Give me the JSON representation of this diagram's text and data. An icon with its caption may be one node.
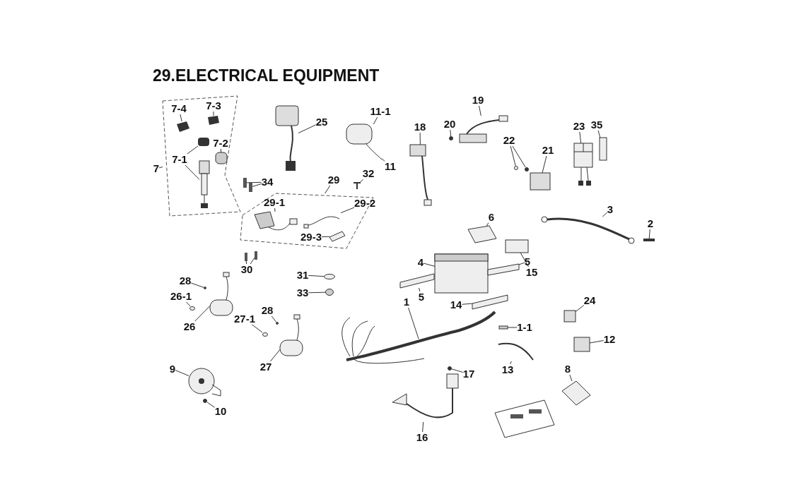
{
  "diagram": {
    "title": "29.ELECTRICAL EQUIPMENT",
    "nodes": [
      {
        "text": [],
        "shape": "box"
      },
      {
        "text": [
          "7-4"
        ],
        "in": 0
      },
      {
        "text": [
          "7-3"
        ],
        "in": 0
      },
      {
        "text": [
          "7-2"
        ],
        "in": 0
      },
      {
        "text": [
          "7-1"
        ],
        "in": 0
      },
      {
        "text": [],
        "shape": "box",
        "in": 0
      },
      {
        "text": [],
        "shape": "box",
        "in": 0
      },
      {
        "text": [],
        "shape": "box",
        "in": 0
      },
      {
        "text": [],
        "shape": "box",
        "in": 0
      },
      {
        "text": [],
        "shape": "picture",
        "in": 0
      },
      {
        "text": [
          "7"
        ]
      },
      {
        "text": [
          "25"
        ]
      },
      {
        "text": [],
        "shape": "picture"
      },
      {
        "text": [
          "11-1"
        ]
      },
      {
        "text": [],
        "shape": "picture"
      },
      {
        "text": [
          "11"
        ]
      },
      {
        "text": [
          "34"
        ]
      },
      {
        "text": [],
        "shape": "box"
      },
      {
        "text": [],
        "shape": "box"
      },
      {
        "text": [],
        "shape": "box"
      },
      {
        "text": [
          "29-1"
        ],
        "in": 19
      },
      {
        "text": [
          "29-2"
        ],
        "in": 19
      },
      {
        "text": [
          "29-3"
        ],
        "in": 19
      },
      {
        "text": [],
        "shape": "picture",
        "in": 19
      },
      {
        "text": [],
        "shape": "picture",
        "in": 19
      },
      {
        "text": [],
        "shape": "box",
        "in": 19
      },
      {
        "text": [
          "29"
        ]
      },
      {
        "text": [
          "32"
        ]
      },
      {
        "text": [],
        "shape": "picture"
      },
      {
        "text": [
          "30"
        ]
      },
      {
        "text": [],
        "shape": "box"
      },
      {
        "text": [],
        "shape": "box"
      },
      {
        "text": [
          "31"
        ]
      },
      {
        "text": [],
        "shape": "circle"
      },
      {
        "text": [
          "33"
        ]
      },
      {
        "text": [],
        "shape": "circle"
      },
      {
        "text": [
          "18"
        ]
      },
      {
        "text": [],
        "shape": "picture"
      },
      {
        "text": [
          "19"
        ]
      },
      {
        "text": [],
        "shape": "picture"
      },
      {
        "text": [
          "20"
        ]
      },
      {
        "text": [],
        "shape": "circle"
      },
      {
        "text": [
          "22"
        ]
      },
      {
        "text": [],
        "shape": "circle"
      },
      {
        "text": [],
        "shape": "circle"
      },
      {
        "text": [
          "21"
        ]
      },
      {
        "text": [],
        "shape": "box"
      },
      {
        "text": [
          "23"
        ]
      },
      {
        "text": [],
        "shape": "picture"
      },
      {
        "text": [
          "35"
        ]
      },
      {
        "text": [],
        "shape": "box"
      },
      {
        "text": [
          "6"
        ]
      },
      {
        "text": [],
        "shape": "box"
      },
      {
        "text": [
          "3"
        ]
      },
      {
        "text": [],
        "shape": "picture"
      },
      {
        "text": [
          "2"
        ]
      },
      {
        "text": [],
        "shape": "box"
      },
      {
        "text": [
          "4"
        ]
      },
      {
        "text": [],
        "shape": "picture"
      },
      {
        "text": [
          "5"
        ]
      },
      {
        "text": [],
        "shape": "box"
      },
      {
        "text": [
          "5"
        ]
      },
      {
        "text": [],
        "shape": "box"
      },
      {
        "text": [
          "15"
        ]
      },
      {
        "text": [],
        "shape": "box"
      },
      {
        "text": [
          "14"
        ]
      },
      {
        "text": [],
        "shape": "box"
      },
      {
        "text": [
          "1"
        ]
      },
      {
        "text": [],
        "shape": "picture"
      },
      {
        "text": [
          "1-1"
        ]
      },
      {
        "text": [],
        "shape": "box"
      },
      {
        "text": [
          "13"
        ]
      },
      {
        "text": [],
        "shape": "picture"
      },
      {
        "text": [
          "24"
        ]
      },
      {
        "text": [],
        "shape": "box"
      },
      {
        "text": [
          "12"
        ]
      },
      {
        "text": [],
        "shape": "box"
      },
      {
        "text": [
          "8"
        ]
      },
      {
        "text": [],
        "shape": "box"
      },
      {
        "text": [
          "17"
        ]
      },
      {
        "text": [],
        "shape": "circle"
      },
      {
        "text": [
          "16"
        ]
      },
      {
        "text": [],
        "shape": "picture"
      },
      {
        "text": [
          "28"
        ]
      },
      {
        "text": [],
        "shape": "circle"
      },
      {
        "text": [
          "26-1"
        ]
      },
      {
        "text": [],
        "shape": "circle"
      },
      {
        "text": [
          "26"
        ]
      },
      {
        "text": [],
        "shape": "picture"
      },
      {
        "text": [
          "27-1"
        ]
      },
      {
        "text": [],
        "shape": "circle"
      },
      {
        "text": [
          "28"
        ]
      },
      {
        "text": [],
        "shape": "circle"
      },
      {
        "text": [
          "27"
        ]
      },
      {
        "text": [],
        "shape": "picture"
      },
      {
        "text": [
          "9"
        ]
      },
      {
        "text": [],
        "shape": "picture"
      },
      {
        "text": [
          "10"
        ]
      },
      {
        "text": [],
        "shape": "circle"
      }
    ],
    "edges": [
      {
        "from": 1,
        "to": 5,
        "arrow": "none"
      },
      {
        "from": 2,
        "to": 6,
        "arrow": "none"
      },
      {
        "from": 3,
        "to": 7,
        "arrow": "none"
      },
      {
        "from": 4,
        "to": 8,
        "arrow": "none"
      },
      {
        "from": 4,
        "to": 9,
        "arrow": "none"
      },
      {
        "from": 10,
        "to": 0,
        "arrow": "none"
      },
      {
        "from": 11,
        "to": 12,
        "arrow": "none"
      },
      {
        "from": 13,
        "to": 14,
        "arrow": "none"
      },
      {
        "from": 15,
        "to": 14,
        "arrow": "none"
      },
      {
        "from": 16,
        "to": 17,
        "arrow": "none"
      },
      {
        "from": 16,
        "to": 18,
        "arrow": "none"
      },
      {
        "from": 20,
        "to": 23,
        "arrow": "none"
      },
      {
        "from": 21,
        "to": 24,
        "arrow": "none"
      },
      {
        "from": 22,
        "to": 25,
        "arrow": "none"
      },
      {
        "from": 26,
        "to": 19,
        "arrow": "none"
      },
      {
        "from": 27,
        "to": 28,
        "arrow": "none"
      },
      {
        "from": 29,
        "to": 30,
        "arrow": "none"
      },
      {
        "from": 29,
        "to": 31,
        "arrow": "none"
      },
      {
        "from": 32,
        "to": 33,
        "arrow": "none"
      },
      {
        "from": 34,
        "to": 35,
        "arrow": "none"
      },
      {
        "from": 36,
        "to": 37,
        "arrow": "none"
      },
      {
        "from": 38,
        "to": 39,
        "arrow": "none"
      },
      {
        "from": 40,
        "to": 41,
        "arrow": "none"
      },
      {
        "from": 42,
        "to": 43,
        "arrow": "none"
      },
      {
        "from": 42,
        "to": 44,
        "arrow": "none"
      },
      {
        "from": 45,
        "to": 46,
        "arrow": "none"
      },
      {
        "from": 47,
        "to": 48,
        "arrow": "none"
      },
      {
        "from": 49,
        "to": 50,
        "arrow": "none"
      },
      {
        "from": 51,
        "to": 52,
        "arrow": "none"
      },
      {
        "from": 53,
        "to": 54,
        "arrow": "none"
      },
      {
        "from": 55,
        "to": 56,
        "arrow": "none"
      },
      {
        "from": 57,
        "to": 58,
        "arrow": "none"
      },
      {
        "from": 59,
        "to": 60,
        "arrow": "none"
      },
      {
        "from": 61,
        "to": 62,
        "arrow": "none"
      },
      {
        "from": 63,
        "to": 64,
        "arrow": "none"
      },
      {
        "from": 65,
        "to": 66,
        "arrow": "none"
      },
      {
        "from": 67,
        "to": 68,
        "arrow": "none"
      },
      {
        "from": 69,
        "to": 70,
        "arrow": "none"
      },
      {
        "from": 71,
        "to": 72,
        "arrow": "none"
      },
      {
        "from": 73,
        "to": 74,
        "arrow": "none"
      },
      {
        "from": 75,
        "to": 76,
        "arrow": "none"
      },
      {
        "from": 77,
        "to": 78,
        "arrow": "none"
      },
      {
        "from": 79,
        "to": 80,
        "arrow": "none"
      },
      {
        "from": 81,
        "to": 82,
        "arrow": "none"
      },
      {
        "from": 83,
        "to": 84,
        "arrow": "none"
      },
      {
        "from": 85,
        "to": 86,
        "arrow": "none"
      },
      {
        "from": 87,
        "to": 88,
        "arrow": "none"
      },
      {
        "from": 89,
        "to": 90,
        "arrow": "none"
      },
      {
        "from": 91,
        "to": 92,
        "arrow": "none"
      },
      {
        "from": 93,
        "to": 94,
        "arrow": "none"
      },
      {
        "from": 95,
        "to": 96,
        "arrow": "none"
      },
      {
        "from": 97,
        "to": 98,
        "arrow": "none"
      }
    ]
  }
}
